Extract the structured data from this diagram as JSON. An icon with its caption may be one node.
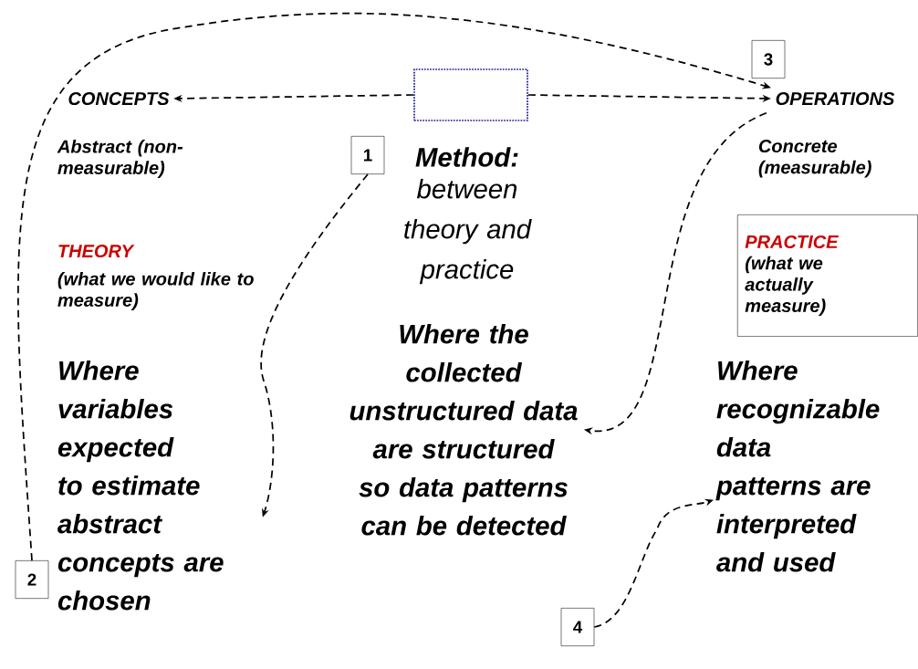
{
  "diagram": {
    "nodes": [
      {
        "text": [
          "CONCEPTS"
        ]
      },
      {
        "text": [],
        "shape": "box"
      },
      {
        "text": [
          "OPERATIONS"
        ]
      },
      {
        "text": [
          "1"
        ]
      },
      {
        "text": [
          "2"
        ]
      },
      {
        "text": [
          "3"
        ]
      },
      {
        "text": [
          "4"
        ]
      },
      {
        "text": [
          "Where variables expected to estimate abstract concepts are chosen"
        ]
      },
      {
        "text": [
          "Where the collected unstructured data are structured so data patterns can be detected"
        ]
      },
      {
        "text": [
          "Where recognizable data patterns are interpreted and used"
        ]
      },
      {
        "text": [
          "PRACTICE",
          "(what we actually measure)"
        ]
      }
    ],
    "edges": [
      {
        "from": 1,
        "to": 0,
        "arrow": "to"
      },
      {
        "from": 1,
        "to": 2,
        "arrow": "to"
      },
      {
        "from": 4,
        "to": 2,
        "arrow": "to"
      },
      {
        "from": 3,
        "to": 7,
        "arrow": "to"
      },
      {
        "from": 2,
        "to": 8,
        "arrow": "to"
      },
      {
        "from": 6,
        "to": 9,
        "arrow": "to"
      }
    ],
    "labels": [
      "Abstract (non-measurable)",
      "THEORY",
      "(what we would like to measure)",
      "Method:",
      "between theory and practice",
      "Concrete (measurable)"
    ]
  }
}
